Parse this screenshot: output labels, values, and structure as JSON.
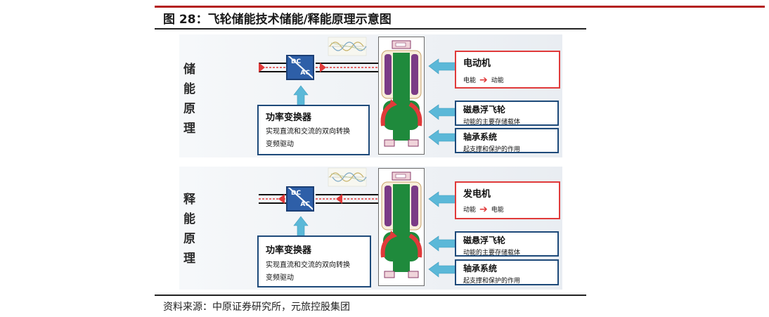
{
  "figure_title": "图 28：飞轮储能技术储能/释能原理示意图",
  "source": "资料来源：中原证券研究所，元旅控股集团",
  "panels": [
    {
      "side_label": [
        "储",
        "能",
        "原",
        "理"
      ],
      "dcac": {
        "top": "DC",
        "bottom": "AC"
      },
      "converter": {
        "title": "功率变换器",
        "lines": [
          "实现直流和交流的双向转换",
          "变频驱动"
        ]
      },
      "machine": {
        "title": "电动机",
        "from": "电能",
        "to": "动能"
      },
      "maglev": {
        "title": "磁悬浮飞轮",
        "desc": "动能的主要存储载体"
      },
      "bearing": {
        "title": "轴承系统",
        "desc": "起支撑和保护的作用"
      }
    },
    {
      "side_label": [
        "释",
        "能",
        "原",
        "理"
      ],
      "dcac": {
        "top": "DC",
        "bottom": "AC"
      },
      "converter": {
        "title": "功率变换器",
        "lines": [
          "实现直流和交流的双向转换",
          "变频驱动"
        ]
      },
      "machine": {
        "title": "发电机",
        "from": "动能",
        "to": "电能"
      },
      "maglev": {
        "title": "磁悬浮飞轮",
        "desc": "动能的主要存储载体"
      },
      "bearing": {
        "title": "轴承系统",
        "desc": "起支撑和保护的作用"
      }
    }
  ],
  "colors": {
    "red_accent": "#e03a3a",
    "box_border": "#1e4a7a",
    "converter_blue": "#2e5fa8",
    "flywheel_green": "#1f8a3c",
    "cyan_arrow": "#5bb8d8",
    "magnet_purple": "#7a3b86",
    "top_rule": "#b4201f"
  }
}
